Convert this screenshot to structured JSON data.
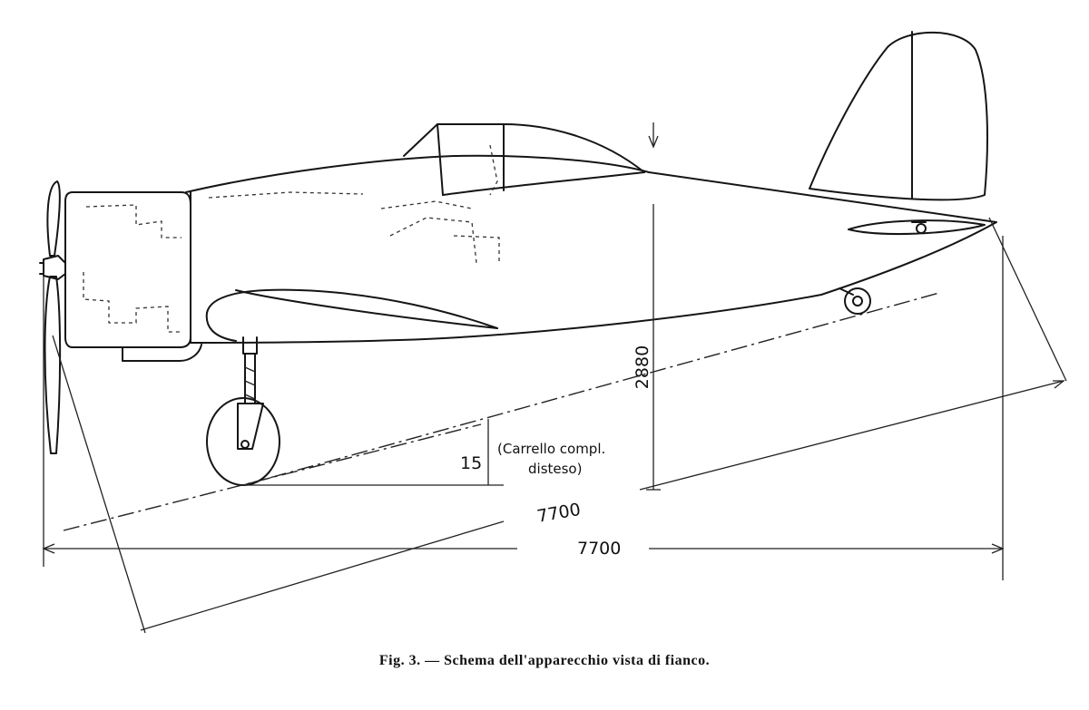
{
  "figure": {
    "caption": "Fig. 3. — Schema dell'apparecchio vista di fianco.",
    "dimensions": {
      "length_horizontal": "7700",
      "length_inclined": "7700",
      "height": "2880",
      "angle": "15",
      "note_line1": "(Carrello compl.",
      "note_line2": "disteso)"
    }
  }
}
